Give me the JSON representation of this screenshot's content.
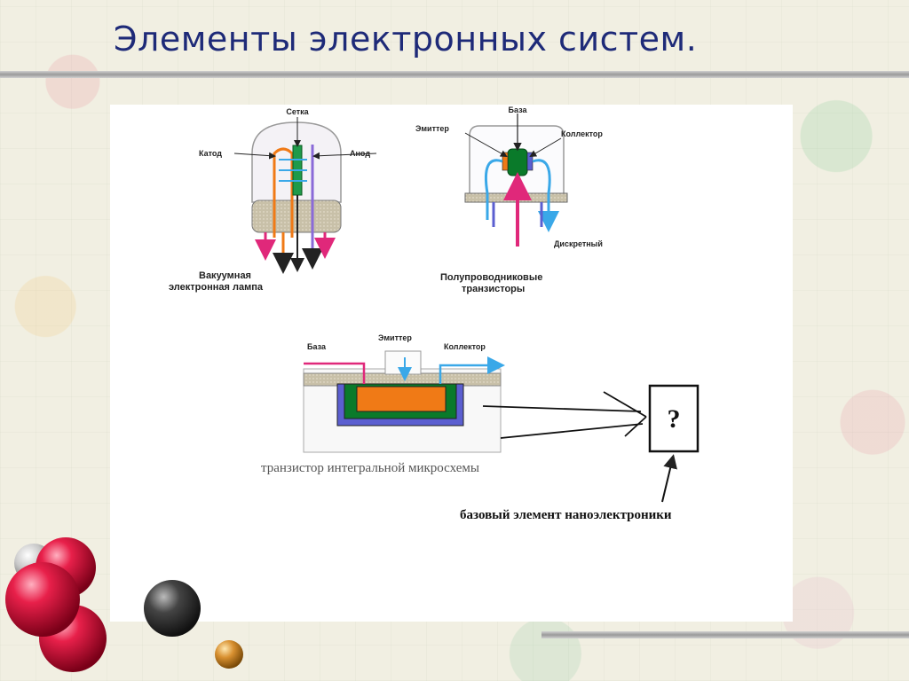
{
  "slide": {
    "title": "Элементы электронных систем."
  },
  "vacuum_tube": {
    "label_grid": "Сетка",
    "label_cathode": "Катод",
    "label_anode": "Анод",
    "caption_line1": "Вакуумная",
    "caption_line2": "электронная лампа"
  },
  "discrete_transistor": {
    "label_base": "База",
    "label_emitter": "Эмиттер",
    "label_collector": "Коллектор",
    "label_discrete": "Дискретный",
    "caption_line1": "Полупроводниковые",
    "caption_line2": "транзисторы"
  },
  "ic_transistor": {
    "label_base": "База",
    "label_emitter": "Эмиттер",
    "label_collector": "Коллектор",
    "caption": "транзистор интегральной микросхемы"
  },
  "nano_element": {
    "symbol": "?",
    "caption": "базовый элемент наноэлектроники"
  },
  "colors": {
    "title": "#1e2a78",
    "orange": "#f07a16",
    "green": "#0a7a2a",
    "blue": "#5b5fd0",
    "pink": "#e0287a",
    "lightblue": "#3aa8e8"
  }
}
